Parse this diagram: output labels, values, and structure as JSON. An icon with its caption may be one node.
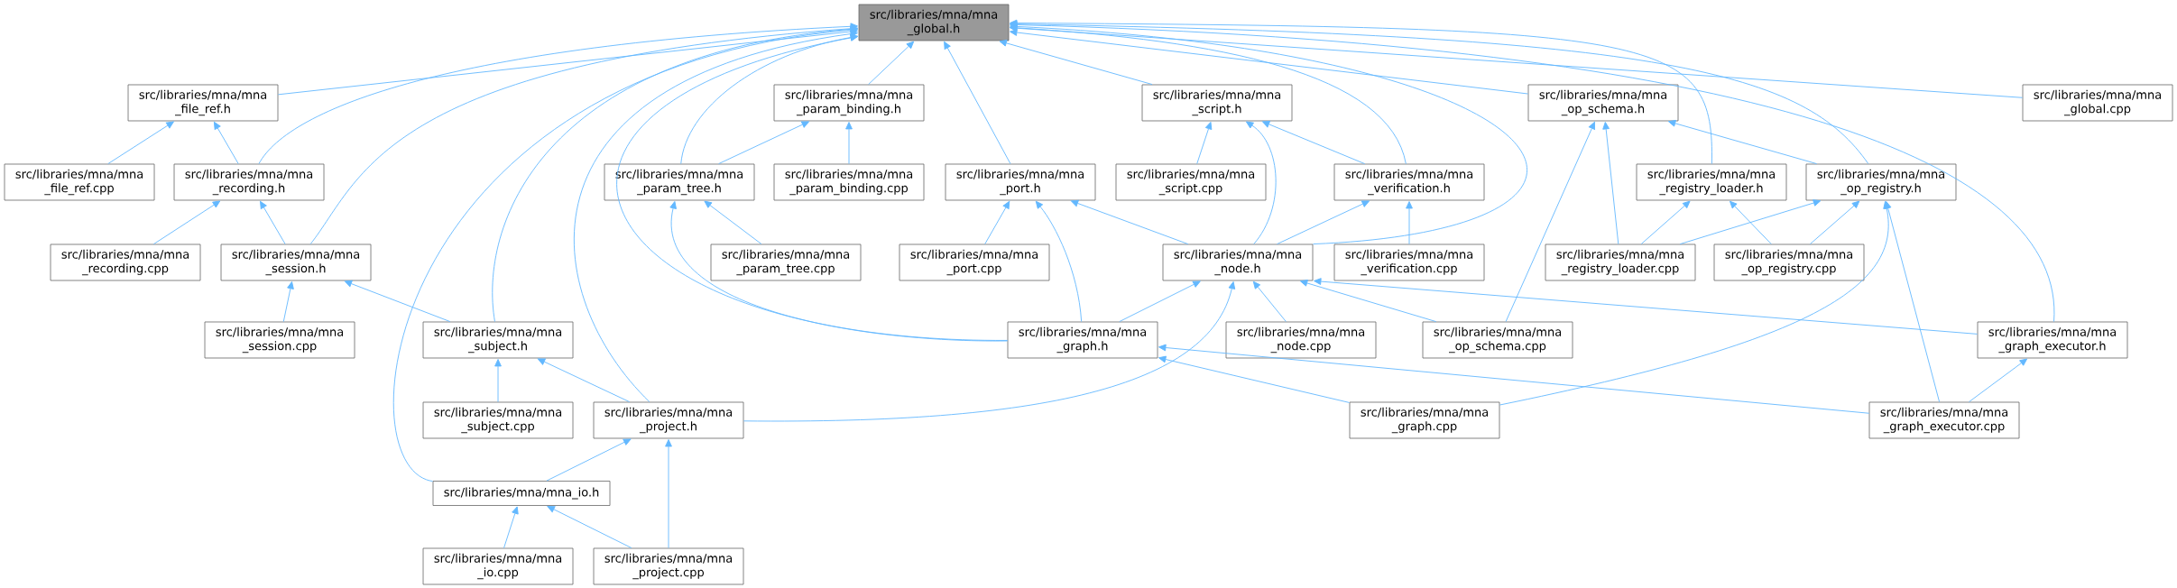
{
  "diagram": {
    "nodes": [
      {
        "text": [
          "src/libraries/mna/mna _global.h"
        ]
      },
      {
        "text": [
          "src/libraries/mna/mna _file_ref.h"
        ]
      },
      {
        "text": [
          "src/libraries/mna/mna _file_ref.cpp"
        ]
      },
      {
        "text": [
          "src/libraries/mna/mna _recording.h"
        ]
      },
      {
        "text": [
          "src/libraries/mna/mna _recording.cpp"
        ]
      },
      {
        "text": [
          "src/libraries/mna/mna _session.h"
        ]
      },
      {
        "text": [
          "src/libraries/mna/mna _session.cpp"
        ]
      },
      {
        "text": [
          "src/libraries/mna/mna _subject.h"
        ]
      },
      {
        "text": [
          "src/libraries/mna/mna _subject.cpp"
        ]
      },
      {
        "text": [
          "src/libraries/mna/mna _project.h"
        ]
      },
      {
        "text": [
          "src/libraries/mna/mna_io.h"
        ]
      },
      {
        "text": [
          "src/libraries/mna/mna _io.cpp"
        ]
      },
      {
        "text": [
          "src/libraries/mna/mna _project.cpp"
        ]
      },
      {
        "text": [
          "src/libraries/mna/mna _param_binding.h"
        ]
      },
      {
        "text": [
          "src/libraries/mna/mna _param_tree.h"
        ]
      },
      {
        "text": [
          "src/libraries/mna/mna _param_binding.cpp"
        ]
      },
      {
        "text": [
          "src/libraries/mna/mna _port.h"
        ]
      },
      {
        "text": [
          "src/libraries/mna/mna _param_tree.cpp"
        ]
      },
      {
        "text": [
          "src/libraries/mna/mna _port.cpp"
        ]
      },
      {
        "text": [
          "src/libraries/mna/mna _script.h"
        ]
      },
      {
        "text": [
          "src/libraries/mna/mna _script.cpp"
        ]
      },
      {
        "text": [
          "src/libraries/mna/mna _node.h"
        ]
      },
      {
        "text": [
          "src/libraries/mna/mna _verification.h"
        ]
      },
      {
        "text": [
          "src/libraries/mna/mna _verification.cpp"
        ]
      },
      {
        "text": [
          "src/libraries/mna/mna _graph.h"
        ]
      },
      {
        "text": [
          "src/libraries/mna/mna _node.cpp"
        ]
      },
      {
        "text": [
          "src/libraries/mna/mna _op_schema.cpp"
        ]
      },
      {
        "text": [
          "src/libraries/mna/mna _graph.cpp"
        ]
      },
      {
        "text": [
          "src/libraries/mna/mna _op_schema.h"
        ]
      },
      {
        "text": [
          "src/libraries/mna/mna _global.cpp"
        ]
      },
      {
        "text": [
          "src/libraries/mna/mna _registry_loader.h"
        ]
      },
      {
        "text": [
          "src/libraries/mna/mna _op_registry.h"
        ]
      },
      {
        "text": [
          "src/libraries/mna/mna _registry_loader.cpp"
        ]
      },
      {
        "text": [
          "src/libraries/mna/mna _op_registry.cpp"
        ]
      },
      {
        "text": [
          "src/libraries/mna/mna _graph_executor.h"
        ]
      },
      {
        "text": [
          "src/libraries/mna/mna _graph_executor.cpp"
        ]
      }
    ],
    "edges": [
      {
        "from": 1,
        "to": 0,
        "arrow": "to"
      },
      {
        "from": 3,
        "to": 0,
        "arrow": "to"
      },
      {
        "from": 5,
        "to": 0,
        "arrow": "to"
      },
      {
        "from": 7,
        "to": 0,
        "arrow": "to"
      },
      {
        "from": 9,
        "to": 0,
        "arrow": "to"
      },
      {
        "from": 10,
        "to": 0,
        "arrow": "to"
      },
      {
        "from": 24,
        "to": 0,
        "arrow": "to"
      },
      {
        "from": 14,
        "to": 0,
        "arrow": "to"
      },
      {
        "from": 13,
        "to": 0,
        "arrow": "to"
      },
      {
        "from": 16,
        "to": 0,
        "arrow": "to"
      },
      {
        "from": 19,
        "to": 0,
        "arrow": "to"
      },
      {
        "from": 22,
        "to": 0,
        "arrow": "to"
      },
      {
        "from": 21,
        "to": 0,
        "arrow": "to"
      },
      {
        "from": 28,
        "to": 0,
        "arrow": "to"
      },
      {
        "from": 30,
        "to": 0,
        "arrow": "to"
      },
      {
        "from": 31,
        "to": 0,
        "arrow": "to"
      },
      {
        "from": 34,
        "to": 0,
        "arrow": "to"
      },
      {
        "from": 29,
        "to": 0,
        "arrow": "to"
      },
      {
        "from": 2,
        "to": 1,
        "arrow": "to"
      },
      {
        "from": 3,
        "to": 1,
        "arrow": "to"
      },
      {
        "from": 4,
        "to": 3,
        "arrow": "to"
      },
      {
        "from": 5,
        "to": 3,
        "arrow": "to"
      },
      {
        "from": 6,
        "to": 5,
        "arrow": "to"
      },
      {
        "from": 7,
        "to": 5,
        "arrow": "to"
      },
      {
        "from": 8,
        "to": 7,
        "arrow": "to"
      },
      {
        "from": 9,
        "to": 7,
        "arrow": "to"
      },
      {
        "from": 10,
        "to": 9,
        "arrow": "to"
      },
      {
        "from": 12,
        "to": 9,
        "arrow": "to"
      },
      {
        "from": 11,
        "to": 10,
        "arrow": "to"
      },
      {
        "from": 12,
        "to": 10,
        "arrow": "to"
      },
      {
        "from": 14,
        "to": 13,
        "arrow": "to"
      },
      {
        "from": 15,
        "to": 13,
        "arrow": "to"
      },
      {
        "from": 17,
        "to": 14,
        "arrow": "to"
      },
      {
        "from": 24,
        "to": 14,
        "arrow": "to"
      },
      {
        "from": 18,
        "to": 16,
        "arrow": "to"
      },
      {
        "from": 24,
        "to": 16,
        "arrow": "to"
      },
      {
        "from": 21,
        "to": 16,
        "arrow": "to"
      },
      {
        "from": 20,
        "to": 19,
        "arrow": "to"
      },
      {
        "from": 21,
        "to": 19,
        "arrow": "to"
      },
      {
        "from": 22,
        "to": 19,
        "arrow": "to"
      },
      {
        "from": 21,
        "to": 22,
        "arrow": "to"
      },
      {
        "from": 23,
        "to": 22,
        "arrow": "to"
      },
      {
        "from": 24,
        "to": 21,
        "arrow": "to"
      },
      {
        "from": 9,
        "to": 21,
        "arrow": "to"
      },
      {
        "from": 25,
        "to": 21,
        "arrow": "to"
      },
      {
        "from": 26,
        "to": 21,
        "arrow": "to"
      },
      {
        "from": 34,
        "to": 21,
        "arrow": "to"
      },
      {
        "from": 27,
        "to": 24,
        "arrow": "to"
      },
      {
        "from": 35,
        "to": 24,
        "arrow": "to"
      },
      {
        "from": 26,
        "to": 28,
        "arrow": "to"
      },
      {
        "from": 32,
        "to": 28,
        "arrow": "to"
      },
      {
        "from": 31,
        "to": 28,
        "arrow": "to"
      },
      {
        "from": 32,
        "to": 30,
        "arrow": "to"
      },
      {
        "from": 33,
        "to": 30,
        "arrow": "to"
      },
      {
        "from": 32,
        "to": 31,
        "arrow": "to"
      },
      {
        "from": 33,
        "to": 31,
        "arrow": "to"
      },
      {
        "from": 27,
        "to": 31,
        "arrow": "to"
      },
      {
        "from": 35,
        "to": 31,
        "arrow": "to"
      },
      {
        "from": 35,
        "to": 34,
        "arrow": "to"
      }
    ]
  }
}
